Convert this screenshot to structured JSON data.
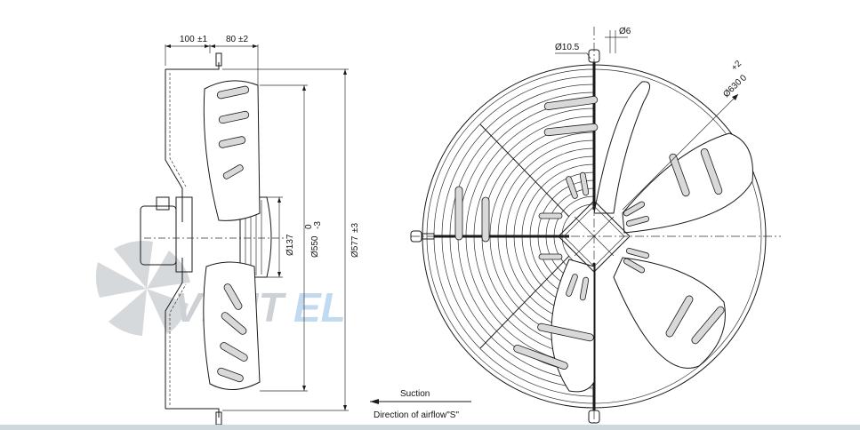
{
  "side_view": {
    "dim_depth_1": "100",
    "dim_depth_1_tol": "±1",
    "dim_depth_2": "80",
    "dim_depth_2_tol": "±2",
    "dim_hub": "Ø137",
    "dim_blade": "Ø550",
    "dim_blade_tol_upper": "0",
    "dim_blade_tol_lower": "-3",
    "dim_guard": "Ø577",
    "dim_guard_tol": "±3",
    "suction_label": "Suction",
    "airflow_label": "Direction of airflow\"S\""
  },
  "front_view": {
    "dim_hole": "Ø10.5",
    "dim_wire": "Ø6",
    "dim_pcd": "Ø630",
    "dim_pcd_tol_upper": "+2",
    "dim_pcd_tol_lower": "0"
  },
  "watermark": {
    "text_left": "VENT",
    "text_right": "EL",
    "color_left": "#c8ccd0",
    "color_right": "#bcd7ee"
  }
}
